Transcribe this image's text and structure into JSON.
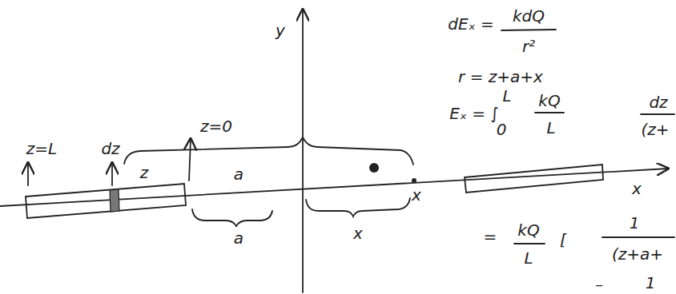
{
  "diagram": {
    "labels": [
      "y",
      "dEₓ =",
      "kdQ",
      "r²",
      "r = z+a+x",
      "Eₓ = ∫",
      "L",
      "0",
      "kQ",
      "L",
      "dz",
      "(z+",
      "z=L",
      "dz",
      "z=0",
      "z",
      "a",
      "a",
      "x",
      "x",
      "x",
      "=",
      "kQ",
      "L",
      "[",
      "1",
      "(z+a+",
      "–",
      "1"
    ]
  }
}
